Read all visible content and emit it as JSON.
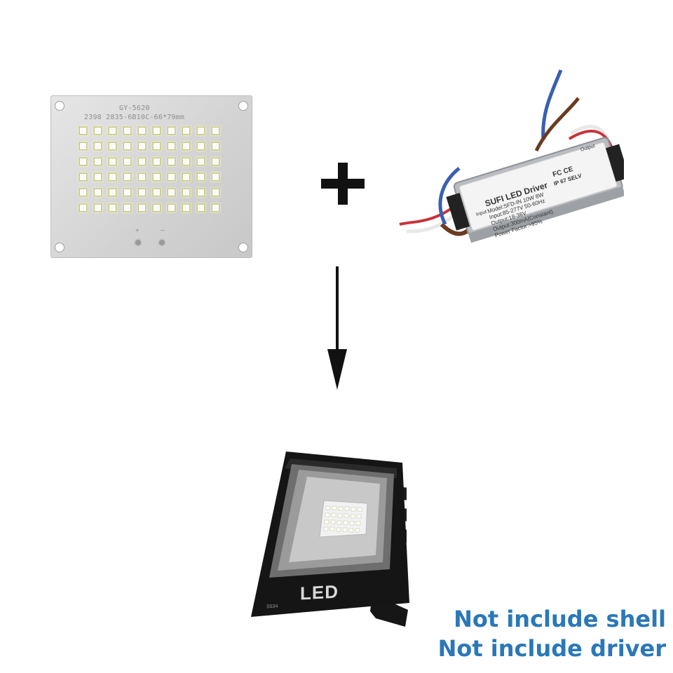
{
  "pcb": {
    "silk_line1": "GY-5620",
    "silk_line2": "2398 2835-6B10C-66*79mm",
    "plus_mark": "+",
    "minus_mark": "−"
  },
  "driver": {
    "brand": "SUFI",
    "title": "LED Driver",
    "rating": "IP 67 SELV",
    "specs": [
      "Model:SFD-IN 10W 8W",
      "Input:85-277V   50-60Hz",
      "Output:18-36V",
      "Output:300mA(Constant)",
      "Power Factor:>95%"
    ],
    "input_label": "Input",
    "output_label": "Output",
    "marks": [
      "FC",
      "CE"
    ]
  },
  "flood": {
    "led_text": "LED",
    "model_text": "S534"
  },
  "caption": {
    "line1": "Not include shell",
    "line2": "Not include driver"
  },
  "colors": {
    "caption": "#2a78b8",
    "board": "#d8d8d8",
    "arrow": "#111111"
  }
}
